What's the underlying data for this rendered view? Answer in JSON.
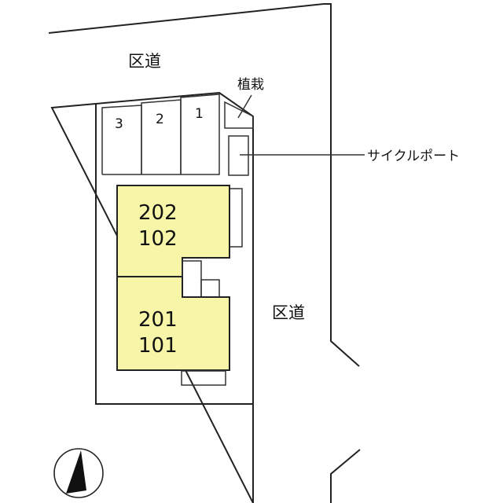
{
  "roads": {
    "north_label": "区道",
    "east_label": "区道"
  },
  "parking": {
    "spaces": [
      "3",
      "2",
      "1"
    ]
  },
  "planting_label": "植栽",
  "cycle_port_label": "サイクルポート",
  "units": {
    "upper": {
      "top_room": "202",
      "bottom_room": "102"
    },
    "lower": {
      "top_room": "201",
      "bottom_room": "101"
    }
  },
  "colors": {
    "unit_fill": "#f7f5a8",
    "line": "#222222",
    "background": "#ffffff"
  },
  "icons": {
    "compass": "north-arrow-icon"
  }
}
